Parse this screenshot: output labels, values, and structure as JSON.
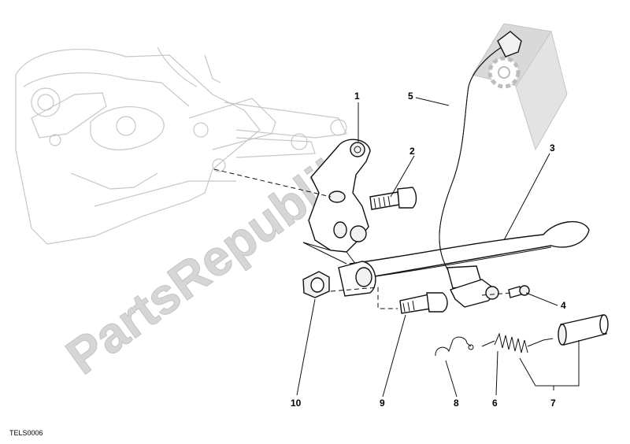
{
  "watermark": {
    "text": "PartsRepublik"
  },
  "reference_code": "TELS0006",
  "callouts": {
    "c1": "1",
    "c2": "2",
    "c3": "3",
    "c4": "4",
    "c5": "5",
    "c6": "6",
    "c7": "7",
    "c8": "8",
    "c9": "9",
    "c10": "10"
  },
  "icons": {
    "brand": "gear-flag-icon"
  },
  "colors": {
    "ink": "#111111",
    "ghost": "#c7c7c7",
    "watermark": "#d6d6d6",
    "background": "#ffffff"
  }
}
